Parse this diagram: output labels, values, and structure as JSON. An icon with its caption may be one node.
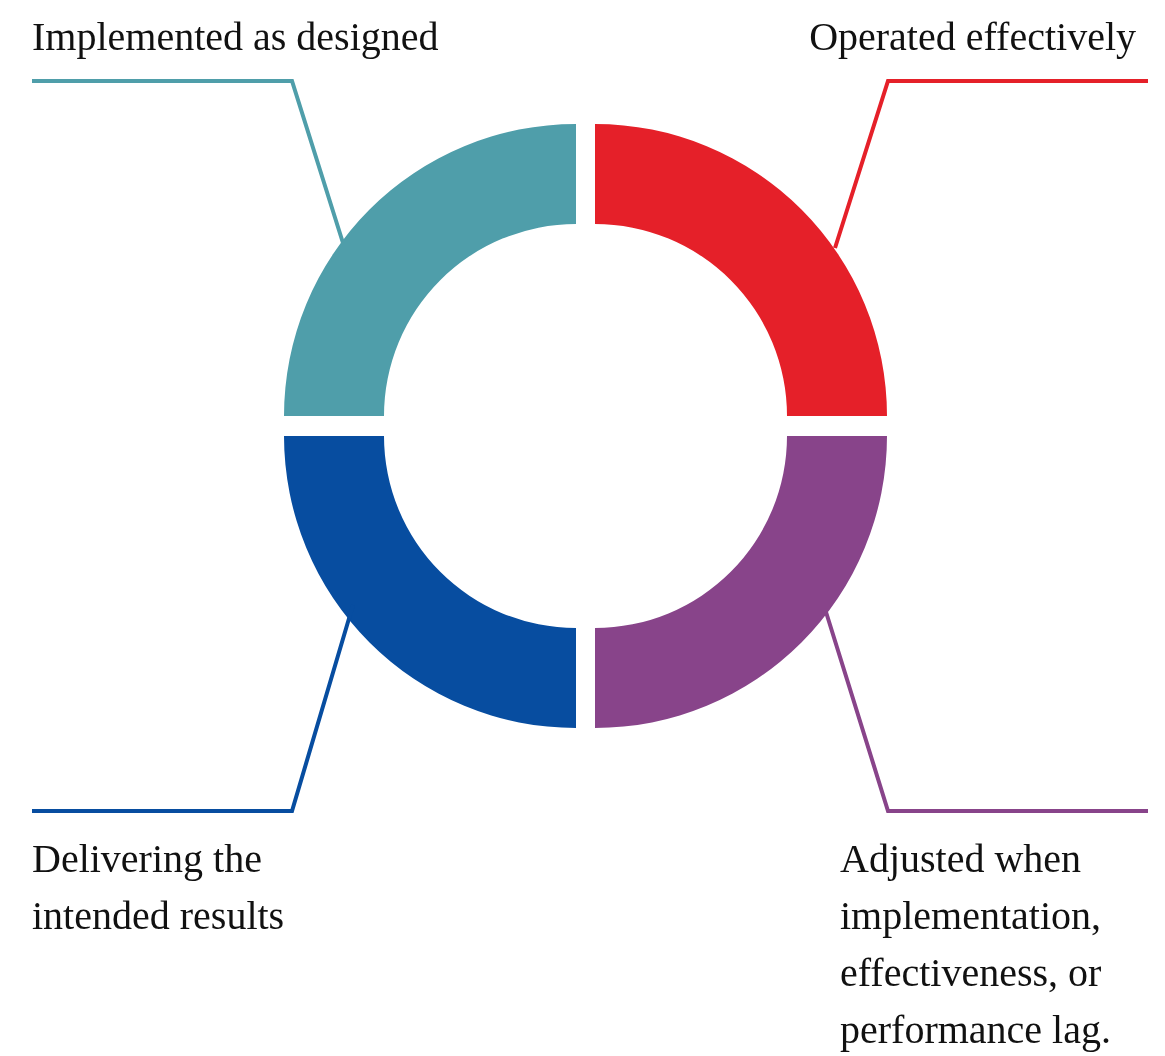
{
  "diagram": {
    "nodes": [
      {
        "text": [
          "Implemented as designed"
        ]
      },
      {
        "text": [
          "Operated effectively"
        ]
      },
      {
        "text": [],
        "shape": "arc"
      },
      {
        "text": [],
        "shape": "arc"
      },
      {
        "text": [],
        "shape": "arc"
      },
      {
        "text": [],
        "shape": "arc"
      },
      {
        "text": [
          "Delivering the intended results"
        ]
      },
      {
        "text": [
          "Adjusted when implementation, effectiveness, or performance lag."
        ]
      }
    ],
    "edges": [
      {
        "from": 0,
        "to": 2,
        "arrow": "none",
        "color": "#4f9eaa"
      },
      {
        "from": 1,
        "to": 3,
        "arrow": "none",
        "color": "#e52029"
      },
      {
        "from": 6,
        "to": 4,
        "arrow": "none",
        "color": "#074da0"
      },
      {
        "from": 7,
        "to": 5,
        "arrow": "none",
        "color": "#88448a"
      }
    ]
  }
}
